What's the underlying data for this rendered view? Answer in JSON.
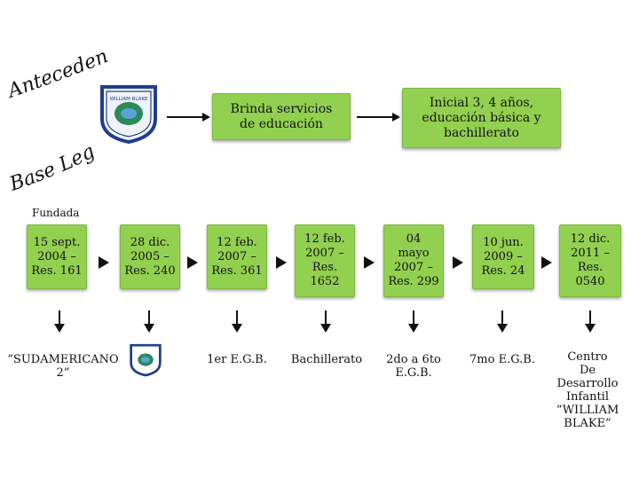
{
  "title_antecedentes": "Antecedentes",
  "title_base_legal": "Base Legal",
  "top_box_1": "Brinda servicios\nde educación",
  "top_box_2": "Inicial 3, 4 años,\neducación básica y\nbachillerato",
  "fundada_label": "Fundada",
  "logo_text": "WILLIAM BLAKE",
  "timeline": [
    {
      "box": "15 sept.\n2004 –\nRes. 161",
      "label": "“SUDAMERICANO 2”"
    },
    {
      "box": "28 dic.\n2005 –\nRes. 240",
      "label": ""
    },
    {
      "box": "12 feb.\n2007 –\nRes. 361",
      "label": "1er E.G.B."
    },
    {
      "box": "12 feb.\n2007 –\nRes.\n1652",
      "label": "Bachillerato"
    },
    {
      "box": "04\nmayo\n2007 –\nRes. 299",
      "label": "2do a 6to\nE.G.B."
    },
    {
      "box": "10 jun.\n2009 –\nRes. 24",
      "label": "7mo E.G.B."
    },
    {
      "box": "12 dic.\n2011 –\nRes.\n0540",
      "label": "Centro\nDe\nDesarrollo\nInfantil\n“WILLIAM\nBLAKE”"
    }
  ],
  "colors": {
    "box_fill": "#92d050",
    "box_border": "#7fb744",
    "logo_blue": "#1f3f8f"
  }
}
